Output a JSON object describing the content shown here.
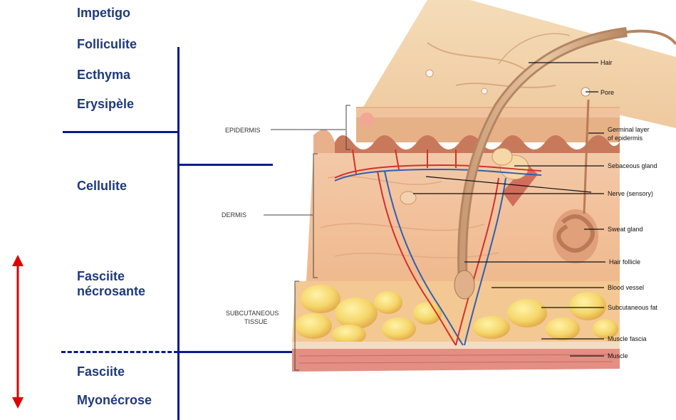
{
  "left_scale": {
    "items": [
      {
        "label": "Impetigo"
      },
      {
        "label": "Folliculite"
      },
      {
        "label": "Ecthyma"
      },
      {
        "label": "Erysipèle"
      },
      {
        "label": "Cellulite"
      },
      {
        "label": "Fasciite\nnécrosante"
      },
      {
        "label": "Fasciite"
      },
      {
        "label": "Myonécrose"
      }
    ],
    "line_color": "#0a1a8c",
    "text_color": "#1f3a7a",
    "arrow_color": "#e00000"
  },
  "layers": {
    "epidermis": "EPIDERMIS",
    "dermis": "DERMIS",
    "subcutaneous": "SUBCUTANEOUS\nTISSUE"
  },
  "structures": [
    {
      "label": "Hair"
    },
    {
      "label": "Pore"
    },
    {
      "label": "Germinal layer\nof epidermis"
    },
    {
      "label": "Sebaceous gland"
    },
    {
      "label": "Nerve (sensory)"
    },
    {
      "label": "Sweat gland"
    },
    {
      "label": "Hair follicle"
    },
    {
      "label": "Blood vessel"
    },
    {
      "label": "Subcutaneous fat"
    },
    {
      "label": "Muscle fascia"
    },
    {
      "label": "Muscle"
    }
  ]
}
